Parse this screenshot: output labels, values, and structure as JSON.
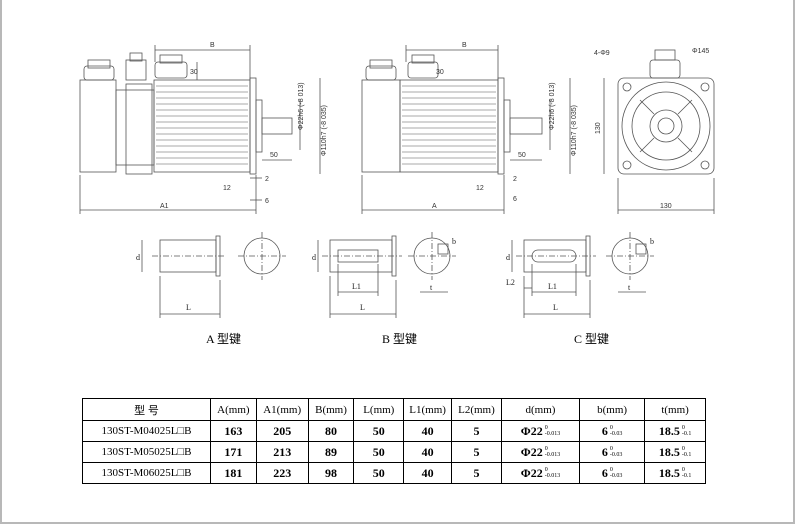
{
  "drawing_labels": {
    "top_view_1": {
      "B": "B",
      "dim30": "30",
      "dim50": "50",
      "dim12": "12",
      "dim2": "2",
      "dim6": "6",
      "A1": "A1",
      "shaft_d": "Φ22h6 (-8 013)",
      "spigot": "Φ110h7 (-8 035)"
    },
    "top_view_2": {
      "B": "B",
      "dim30": "30",
      "dim50": "50",
      "dim12": "12",
      "dim2": "2",
      "dim6": "6",
      "A": "A",
      "shaft_d": "Φ22h6 (-8 013)",
      "spigot": "Φ110h7 (-8 035)"
    },
    "front_view": {
      "holes": "4-Φ9",
      "pcd": "Φ145",
      "height": "130",
      "width": "130"
    },
    "key_labels": {
      "d": "d",
      "L": "L",
      "L1": "L1",
      "L2": "L2",
      "b": "b",
      "t": "t"
    }
  },
  "captions": {
    "type_a": "A 型键",
    "type_b": "B 型键",
    "type_c": "C 型键"
  },
  "table": {
    "headers": [
      "型  号",
      "A(mm)",
      "A1(mm)",
      "B(mm)",
      "L(mm)",
      "L1(mm)",
      "L2(mm)",
      "d(mm)",
      "b(mm)",
      "t(mm)"
    ],
    "rows": [
      {
        "model": "130ST-M04025L□B",
        "A": "163",
        "A1": "205",
        "B": "80",
        "L": "50",
        "L1": "40",
        "L2": "5",
        "d": "Φ22",
        "d_tol_up": "0",
        "d_tol_low": "-0.013",
        "b": "6",
        "b_tol_up": "0",
        "b_tol_low": "-0.03",
        "t": "18.5",
        "t_tol_up": "0",
        "t_tol_low": "-0.1"
      },
      {
        "model": "130ST-M05025L□B",
        "A": "171",
        "A1": "213",
        "B": "89",
        "L": "50",
        "L1": "40",
        "L2": "5",
        "d": "Φ22",
        "d_tol_up": "0",
        "d_tol_low": "-0.013",
        "b": "6",
        "b_tol_up": "0",
        "b_tol_low": "-0.03",
        "t": "18.5",
        "t_tol_up": "0",
        "t_tol_low": "-0.1"
      },
      {
        "model": "130ST-M06025L□B",
        "A": "181",
        "A1": "223",
        "B": "98",
        "L": "50",
        "L1": "40",
        "L2": "5",
        "d": "Φ22",
        "d_tol_up": "0",
        "d_tol_low": "-0.013",
        "b": "6",
        "b_tol_up": "0",
        "b_tol_low": "-0.03",
        "t": "18.5",
        "t_tol_up": "0",
        "t_tol_low": "-0.1"
      }
    ]
  }
}
